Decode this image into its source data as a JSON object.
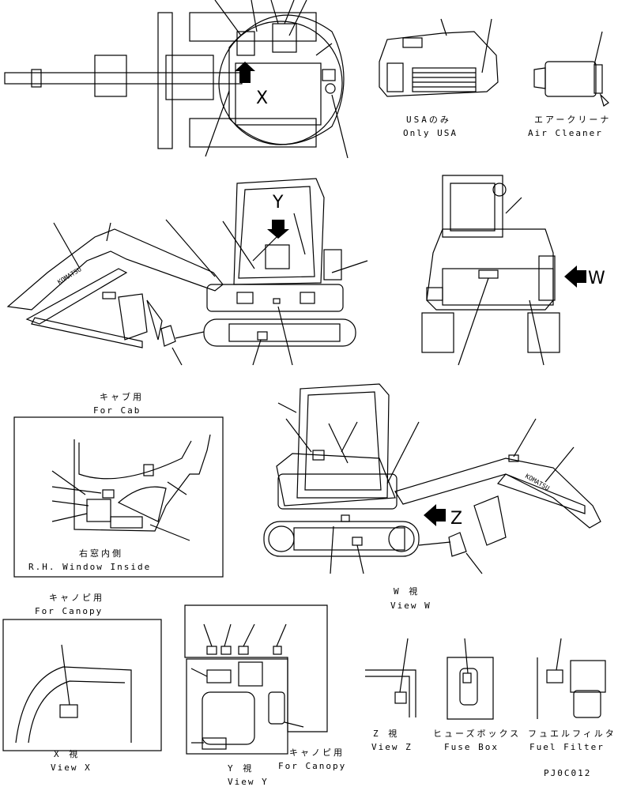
{
  "markers": {
    "x": "X",
    "y": "Y",
    "w": "W",
    "z": "Z"
  },
  "logo_text": "KOMATSU",
  "captions": {
    "usa_ja": "USAのみ",
    "usa_en": "Only USA",
    "air_ja": "エアークリーナ",
    "air_en": "Air Cleaner",
    "cab_ja": "キャブ用",
    "cab_en": "For Cab",
    "window_ja": "右窓内側",
    "window_en": "R.H. Window Inside",
    "canopy_ja": "キャノピ用",
    "canopy_en": "For Canopy",
    "viewx_ja": "X 視",
    "viewx_en": "View X",
    "viewy_ja": "Y 視",
    "viewy_en": "View Y",
    "canopy2_ja": "キャノピ用",
    "canopy2_en": "For Canopy",
    "vieww_ja": "W 視",
    "vieww_en": "View W",
    "viewz_ja": "Z 視",
    "viewz_en": "View Z",
    "fuse_ja": "ヒューズボックス",
    "fuse_en": "Fuse Box",
    "filter_ja": "フュエルフィルタ",
    "filter_en": "Fuel Filter"
  },
  "drawing_code": "PJ0C012"
}
